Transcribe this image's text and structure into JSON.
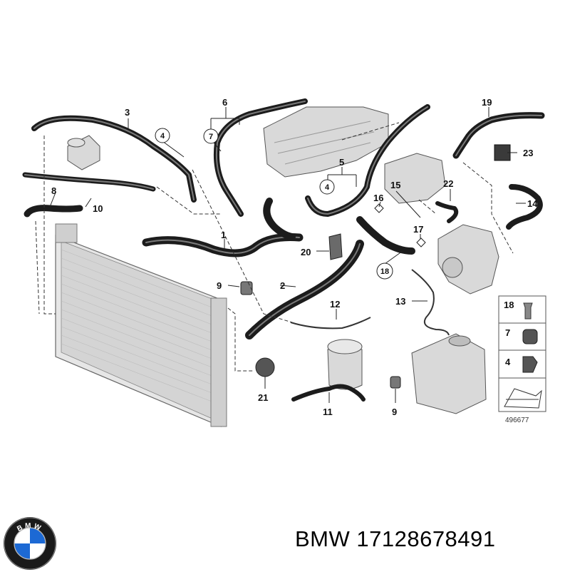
{
  "callouts": [
    {
      "id": "c1",
      "text": "1"
    },
    {
      "id": "c2",
      "text": "2"
    },
    {
      "id": "c3",
      "text": "3"
    },
    {
      "id": "c5",
      "text": "5"
    },
    {
      "id": "c6",
      "text": "6"
    },
    {
      "id": "c8",
      "text": "8"
    },
    {
      "id": "c9a",
      "text": "9"
    },
    {
      "id": "c9b",
      "text": "9"
    },
    {
      "id": "c10",
      "text": "10"
    },
    {
      "id": "c11",
      "text": "11"
    },
    {
      "id": "c12",
      "text": "12"
    },
    {
      "id": "c13",
      "text": "13"
    },
    {
      "id": "c14",
      "text": "14"
    },
    {
      "id": "c15",
      "text": "15"
    },
    {
      "id": "c16",
      "text": "16"
    },
    {
      "id": "c17",
      "text": "17"
    },
    {
      "id": "c19",
      "text": "19"
    },
    {
      "id": "c20",
      "text": "20"
    },
    {
      "id": "c21",
      "text": "21"
    },
    {
      "id": "c22",
      "text": "22"
    },
    {
      "id": "c23",
      "text": "23"
    }
  ],
  "circled_callouts": [
    {
      "id": "o4a",
      "text": "4"
    },
    {
      "id": "o4b",
      "text": "4"
    },
    {
      "id": "o7",
      "text": "7"
    },
    {
      "id": "o18",
      "text": "18"
    }
  ],
  "legend": {
    "items": [
      {
        "text": "18"
      },
      {
        "text": "7"
      },
      {
        "text": "4"
      }
    ],
    "diagram_number": "496677"
  },
  "brand": "BMW",
  "caption": "BMW 17128678491",
  "colors": {
    "logo_blue": "#1c69d4",
    "logo_ring": "#1a1a1a",
    "hose": "#1c1c1c"
  }
}
